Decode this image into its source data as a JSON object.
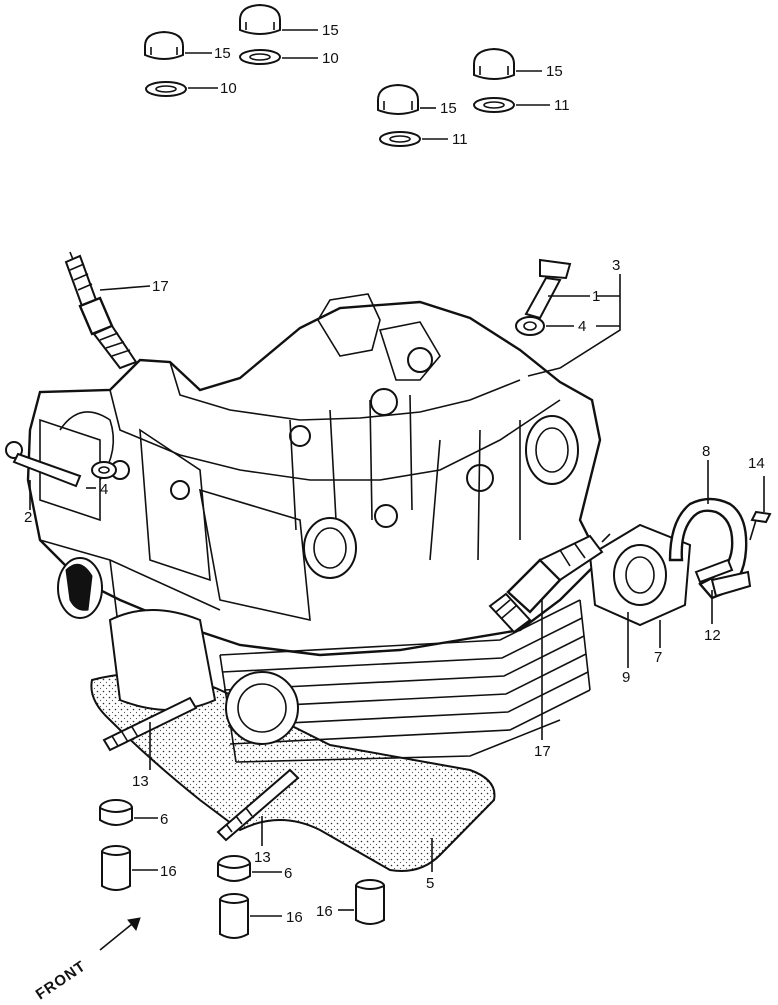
{
  "callouts": {
    "c15a": "15",
    "c10a": "10",
    "c15b": "15",
    "c10b": "10",
    "c15c": "15",
    "c15d": "15",
    "c11a": "11",
    "c11b": "11",
    "c17a": "17",
    "c3": "3",
    "c1": "1",
    "c4a": "4",
    "c4b": "4",
    "c2": "2",
    "c8": "8",
    "c14": "14",
    "c12": "12",
    "c9": "9",
    "c7": "7",
    "c17b": "17",
    "c13a": "13",
    "c13b": "13",
    "c6a": "6",
    "c6b": "6",
    "c16a": "16",
    "c16b": "16",
    "c16c": "16",
    "c5": "5"
  },
  "front_label": "FRONT"
}
